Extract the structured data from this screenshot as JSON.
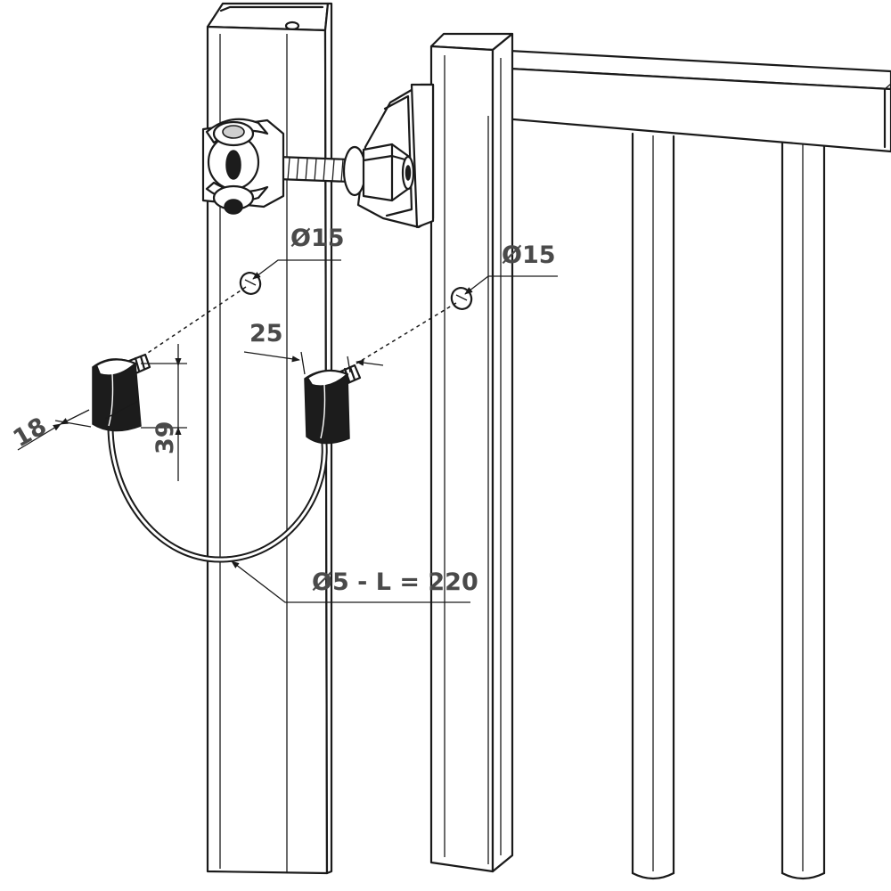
{
  "dimensions": {
    "hole_left": "Ø15",
    "hole_right": "Ø15",
    "spacing": "25",
    "width": "18",
    "height": "39",
    "cable": "Ø5 - L = 220"
  },
  "colors": {
    "line": "#1a1a1a",
    "label": "#4a4a4a",
    "background": "#ffffff"
  }
}
